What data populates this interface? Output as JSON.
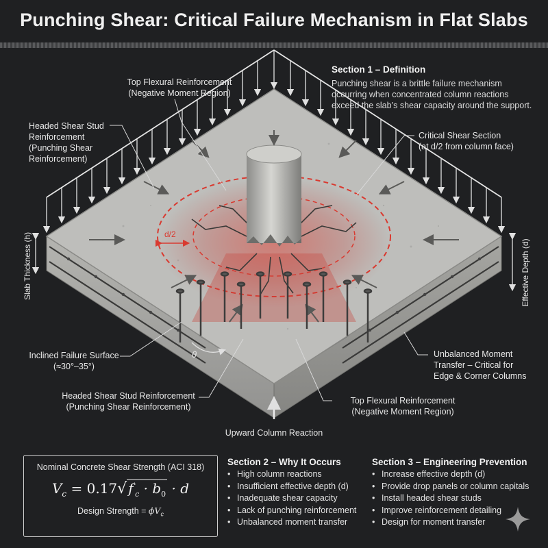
{
  "title": "Punching Shear: Critical Failure Mechanism in Flat Slabs",
  "section1": {
    "heading": "Section 1 – Definition",
    "text_lines": [
      "Punching shear is a brittle failure mechanism",
      "occurring when concentrated column reactions",
      "exceed the slab’s shear capacity around the support."
    ]
  },
  "callouts": {
    "top_flexural_upper": [
      "Top Flexural Reinforcement",
      "(Negative Moment Region)"
    ],
    "shear_stud_upper": [
      "Headed Shear Stud",
      "Reinforcement",
      "(Punching Shear",
      "Reinforcement)"
    ],
    "critical_section": [
      "Critical Shear Section",
      "(at d/2 from column face)"
    ],
    "d_half": "d/2",
    "slab_thickness": "Slab Thickness (h)",
    "effective_depth": "Effective Depth (d)",
    "inclined_failure": [
      "Inclined Failure Surface",
      "(≈30°–35°)"
    ],
    "theta": "θ",
    "unbalanced_moment": [
      "Unbalanced Moment",
      "Transfer – Critical for",
      "Edge & Corner Columns"
    ],
    "shear_stud_lower": [
      "Headed Shear Stud Reinforcement",
      "(Punching Shear Reinforcement)"
    ],
    "top_flexural_lower": [
      "Top Flexural Reinforcement",
      "(Negative Moment Region)"
    ],
    "column_reaction": "Upward Column Reaction"
  },
  "formula": {
    "heading": "Nominal Concrete Shear Strength (ACI 318)",
    "lhs": "V",
    "lhs_sub": "c",
    "coef": "= 0.17",
    "f": "f",
    "f_prime": "′",
    "f_sub": "c",
    "b": "· b",
    "b_sub": "0",
    "d": "· d",
    "design_label": "Design Strength = ",
    "design_phi": "ϕV",
    "design_sub": "c"
  },
  "section2": {
    "heading": "Section 2 – Why It Occurs",
    "items": [
      "High column reactions",
      "Insufficient effective depth (d)",
      "Inadequate shear capacity",
      "Lack of punching reinforcement",
      "Unbalanced moment transfer"
    ]
  },
  "section3": {
    "heading": "Section 3 – Engineering Prevention",
    "items": [
      "Increase effective depth (d)",
      "Provide drop panels or column capitals",
      "Install headed shear studs",
      "Improve reinforcement detailing",
      "Design for moment transfer"
    ]
  },
  "colors": {
    "background": "#1f2022",
    "concrete_top": "#bdbdb9",
    "concrete_side": "#a3a39f",
    "failure_red": "#d93a30",
    "text": "#e8e8e8"
  }
}
